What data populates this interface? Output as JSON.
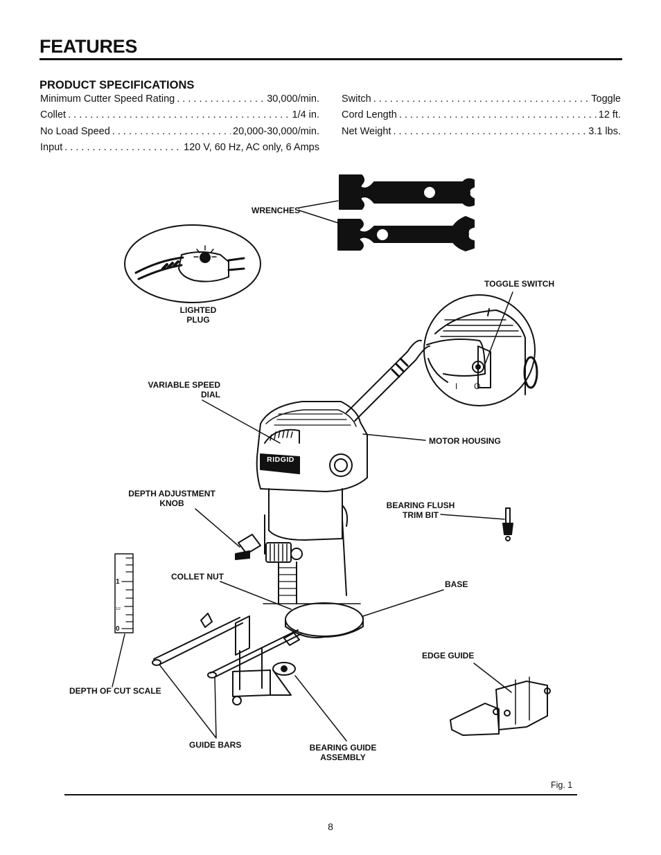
{
  "page": {
    "title": "FEATURES",
    "page_number": "8",
    "figure_label": "Fig. 1"
  },
  "specs": {
    "heading": "PRODUCT SPECIFICATIONS",
    "left": [
      {
        "label": "Minimum Cutter Speed Rating",
        "value": "30,000/min."
      },
      {
        "label": "Collet",
        "value": "1/4 in."
      },
      {
        "label": "No Load Speed",
        "value": "20,000-30,000/min."
      },
      {
        "label": "Input",
        "value": "120 V, 60 Hz, AC only, 6 Amps"
      }
    ],
    "right": [
      {
        "label": "Switch",
        "value": "Toggle"
      },
      {
        "label": "Cord Length",
        "value": "12 ft."
      },
      {
        "label": "Net Weight",
        "value": "3.1 lbs."
      }
    ]
  },
  "callouts": {
    "wrenches": "WRENCHES",
    "lighted_plug": "LIGHTED\nPLUG",
    "toggle_switch": "TOGGLE SWITCH",
    "variable_speed_dial": "VARIABLE SPEED\nDIAL",
    "motor_housing": "MOTOR HOUSING",
    "depth_adjustment_knob": "DEPTH ADJUSTMENT\nKNOB",
    "bearing_flush_trim_bit": "BEARING FLUSH\nTRIM BIT",
    "collet_nut": "COLLET NUT",
    "base": "BASE",
    "edge_guide": "EDGE GUIDE",
    "depth_of_cut_scale": "DEPTH OF CUT SCALE",
    "guide_bars": "GUIDE BARS",
    "bearing_guide_assembly": "BEARING GUIDE\nASSEMBLY"
  },
  "illustration": {
    "brand_logo_text": "RIDGID",
    "scale_labels": [
      "1",
      "1/2",
      "0"
    ],
    "switch_markings": [
      "I",
      "O"
    ]
  }
}
